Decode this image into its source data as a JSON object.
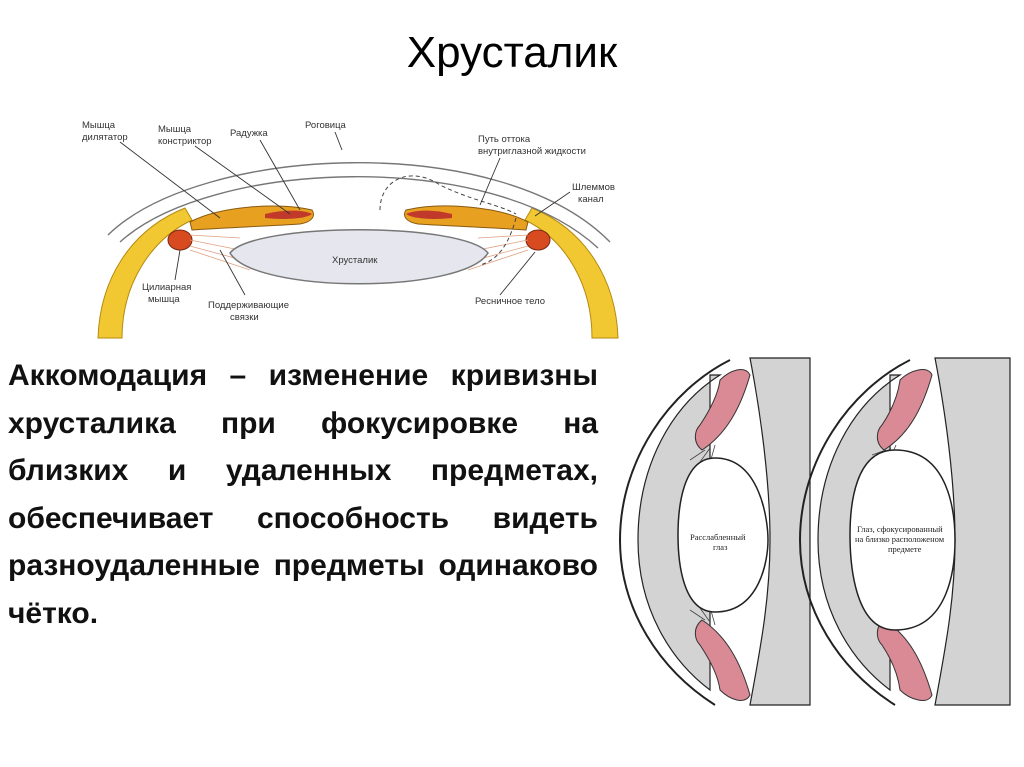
{
  "slide": {
    "title": "Хрусталик",
    "body": "Аккомодация – изменение кривизны хрусталика при фокусировке на близких и удаленных предметах, обеспечивает способность видеть разноудаленные предметы одинаково чётко."
  },
  "diagram_top": {
    "labels": {
      "dilator_l1": "Мышца",
      "dilator_l2": "дилятатор",
      "constrictor_l1": "Мышца",
      "constrictor_l2": "констриктор",
      "iris": "Радужка",
      "cornea": "Роговица",
      "outflow_l1": "Путь оттока",
      "outflow_l2": "внутриглазной жидкости",
      "schlemm_l1": "Шлеммов",
      "schlemm_l2": "канал",
      "lens": "Хрусталик",
      "ciliary_l1": "Цилиарная",
      "ciliary_l2": "мышца",
      "ligaments_l1": "Поддерживающие",
      "ligaments_l2": "связки",
      "ciliary_body": "Ресничное тело"
    },
    "colors": {
      "sclera": "#f2c832",
      "iris": "#e8a020",
      "muscle": "#c0392b",
      "lens": "#e6e6ee",
      "outline": "#555555"
    }
  },
  "diagram_side": {
    "left_label_l1": "Расслабленный",
    "left_label_l2": "глаз",
    "right_label_l1": "Глаз, сфокусированный",
    "right_label_l2": "на близко расположеном",
    "right_label_l3": "предмете",
    "colors": {
      "chamber": "#d3d3d3",
      "muscle": "#d98a94",
      "lens": "#ffffff",
      "outline": "#222222"
    }
  }
}
